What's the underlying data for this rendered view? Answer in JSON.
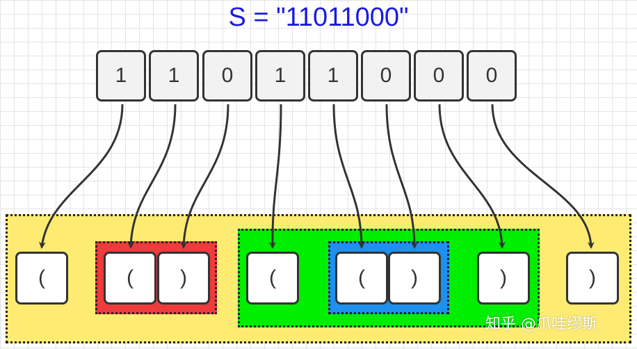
{
  "title": "S = \"11011000\"",
  "bits": [
    "1",
    "1",
    "0",
    "1",
    "1",
    "0",
    "0",
    "0"
  ],
  "parens": [
    "(",
    "(",
    ")",
    "(",
    "(",
    ")",
    ")",
    ")"
  ],
  "watermark": "知乎 @爪哇缪斯",
  "colors": {
    "title": "#1a1adf",
    "outer_group": "#fdeb72",
    "red_group": "#ee3b3b",
    "green_group": "#00ee00",
    "blue_group": "#1e90ee"
  }
}
